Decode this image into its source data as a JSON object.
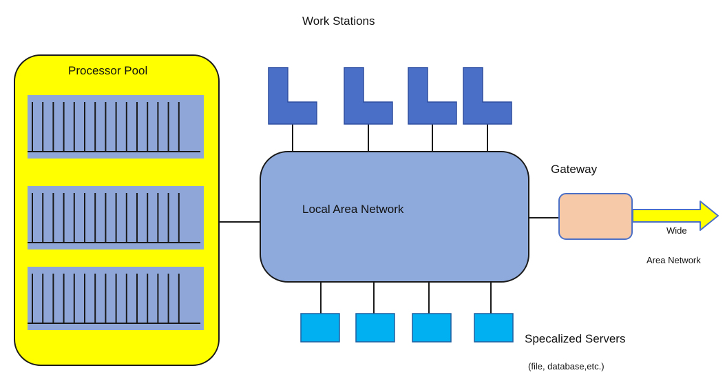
{
  "labels": {
    "work_stations": "Work Stations",
    "processor_pool": "Processor Pool",
    "lan": "Local Area Network",
    "gateway": "Gateway",
    "wan_line1": "Wide",
    "wan_line2": "Area Network",
    "servers": "Specalized Servers",
    "servers_note": "(file, database,etc.)"
  },
  "colors": {
    "pool_fill": "#ffff00",
    "rack_fill": "#8ea6d8",
    "workstation_fill": "#4a6fc7",
    "lan_fill": "#8eaadc",
    "gateway_fill": "#f6c9a8",
    "server_fill": "#00b0f0",
    "wan_arrow_fill": "#ffff00",
    "line": "#1a1a1a"
  },
  "processor_pool": {
    "racks": 3,
    "processors_per_rack": 15
  },
  "workstations": {
    "count": 4,
    "icon": "workstation-icon"
  },
  "servers": {
    "count": 4,
    "icon": "server-icon"
  }
}
